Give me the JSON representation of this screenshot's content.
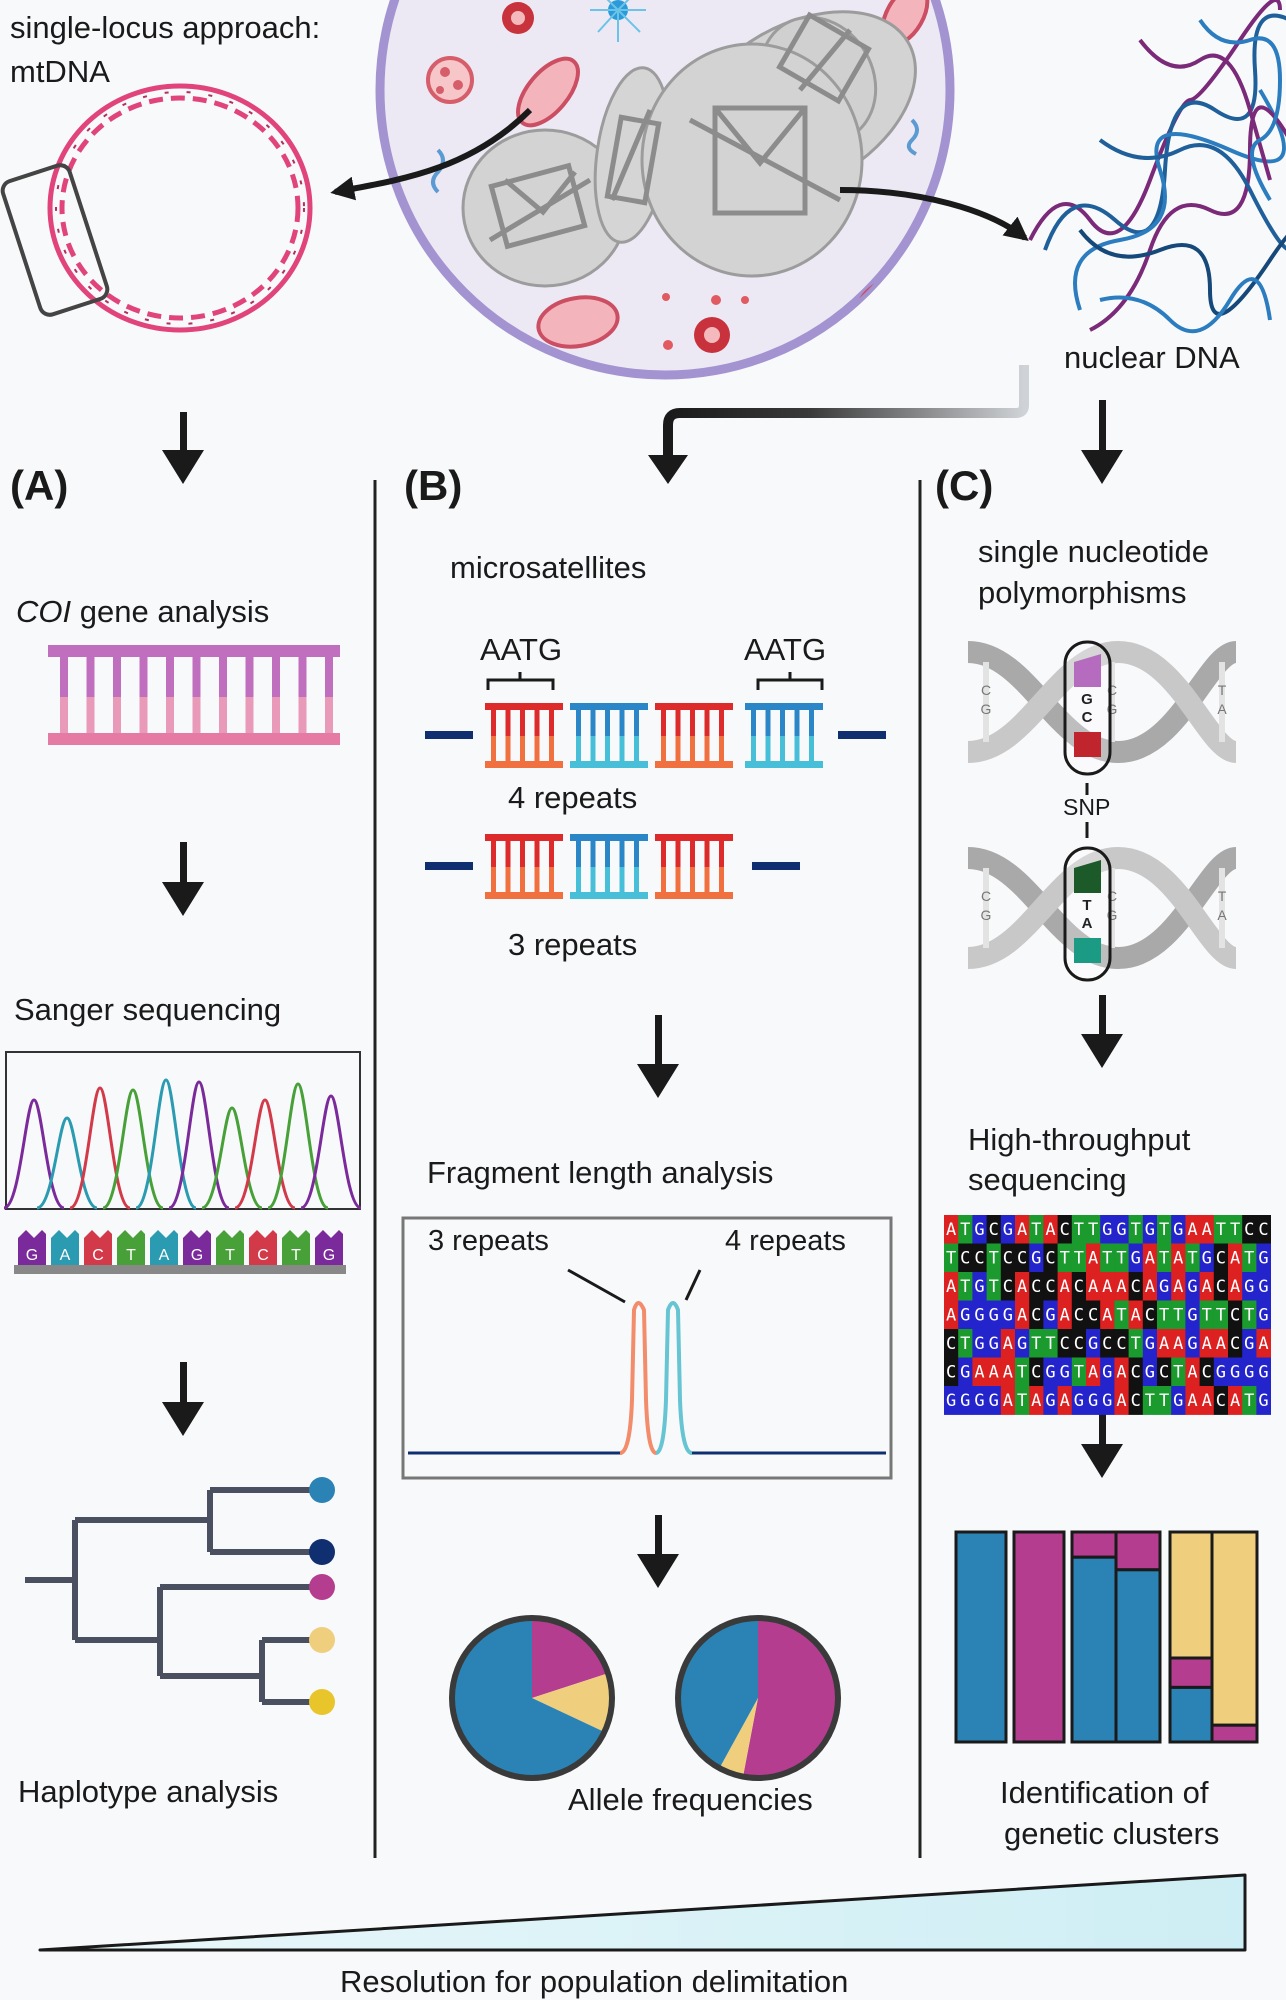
{
  "top": {
    "single_locus_line1": "single-locus approach:",
    "single_locus_line2": "mtDNA",
    "nuclear_dna": "nuclear DNA"
  },
  "panel_a": {
    "letter": "(A)",
    "gene_italic": "COI",
    "gene_rest": " gene analysis",
    "sanger": "Sanger sequencing",
    "bases": [
      "G",
      "A",
      "C",
      "T",
      "A",
      "G",
      "T",
      "C",
      "T",
      "G"
    ],
    "haplotype": "Haplotype analysis"
  },
  "panel_b": {
    "letter": "(B)",
    "title": "microsatellites",
    "motif_left": "AATG",
    "motif_right": "AATG",
    "four_repeats": "4 repeats",
    "three_repeats": "3 repeats",
    "fragment": "Fragment length analysis",
    "peak_left": "3 repeats",
    "peak_right": "4 repeats",
    "allele": "Allele frequencies"
  },
  "panel_c": {
    "letter": "(C)",
    "snp_line1": "single nucleotide",
    "snp_line2": "polymorphisms",
    "snp_label": "SNP",
    "hts_line1": "High-throughput",
    "hts_line2": "sequencing",
    "seq_rows": [
      "ATGCGATACTTGGTGTGAATTCC",
      "TCCTCCGCTTATTGATATGCATG",
      "ATGTCACCACAAACAGAGACAGG",
      "AGGGGACGACCATACTTGTTCTG",
      "CTGGAGTTCCGCCTGAAGAACGA",
      "CGAAATCGGTAGACGCTACGGGG",
      "GGGGATAGAGGGACTTGAACATG"
    ],
    "clusters_line1": "Identification of",
    "clusters_line2": "genetic clusters"
  },
  "bottom": {
    "resolution": "Resolution for population delimitation"
  },
  "colors": {
    "blue": "#2a83b4",
    "magenta": "#b43d8f",
    "yellow": "#efcf7e",
    "navy": "#0f2f70",
    "pink": "#e0447a",
    "base_A": "#dd2020",
    "base_T": "#1b9a2e",
    "base_G": "#2424cc",
    "base_C": "#111111"
  }
}
